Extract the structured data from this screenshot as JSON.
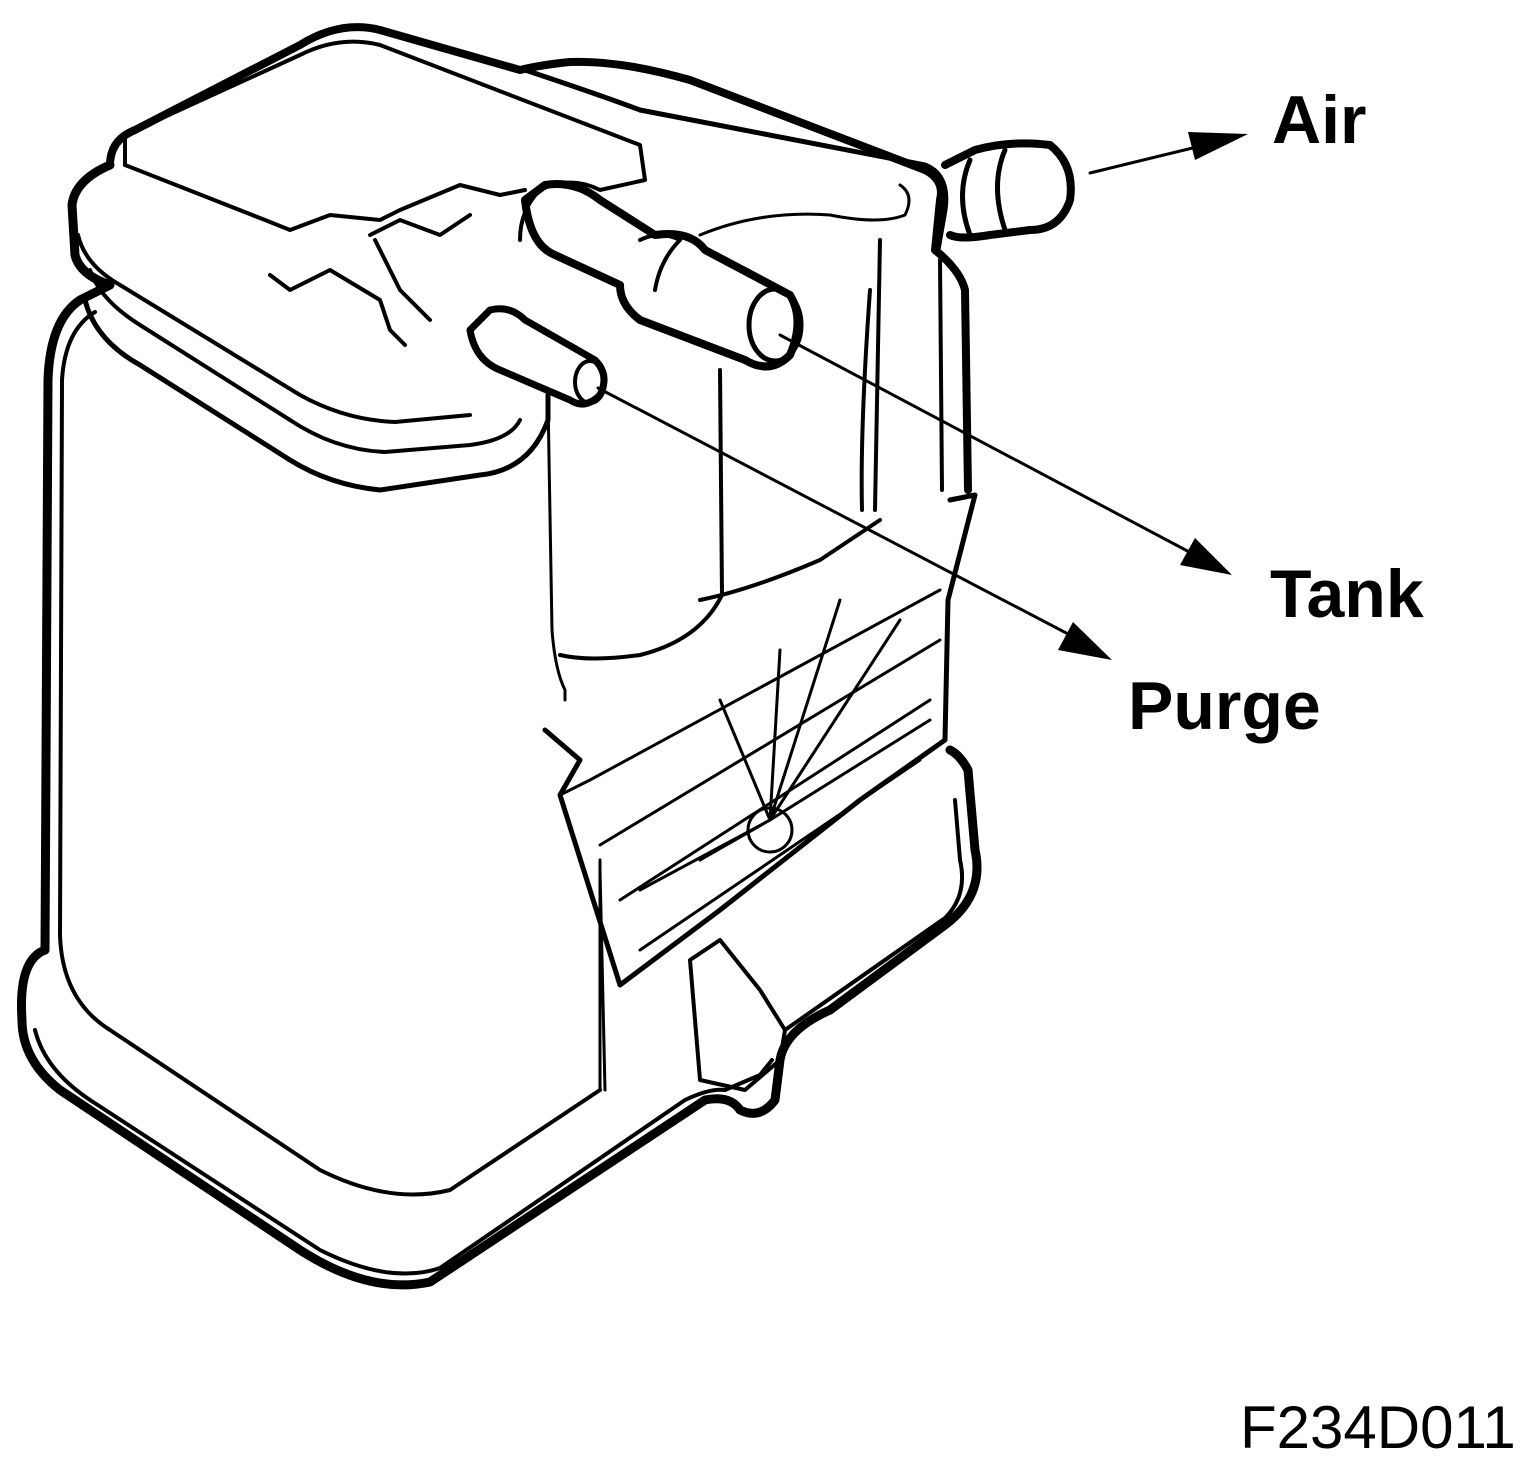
{
  "labels": {
    "air": "Air",
    "tank": "Tank",
    "purge": "Purge"
  },
  "figure_id": "F234D011",
  "colors": {
    "ink": "#000000",
    "paper": "#ffffff"
  }
}
